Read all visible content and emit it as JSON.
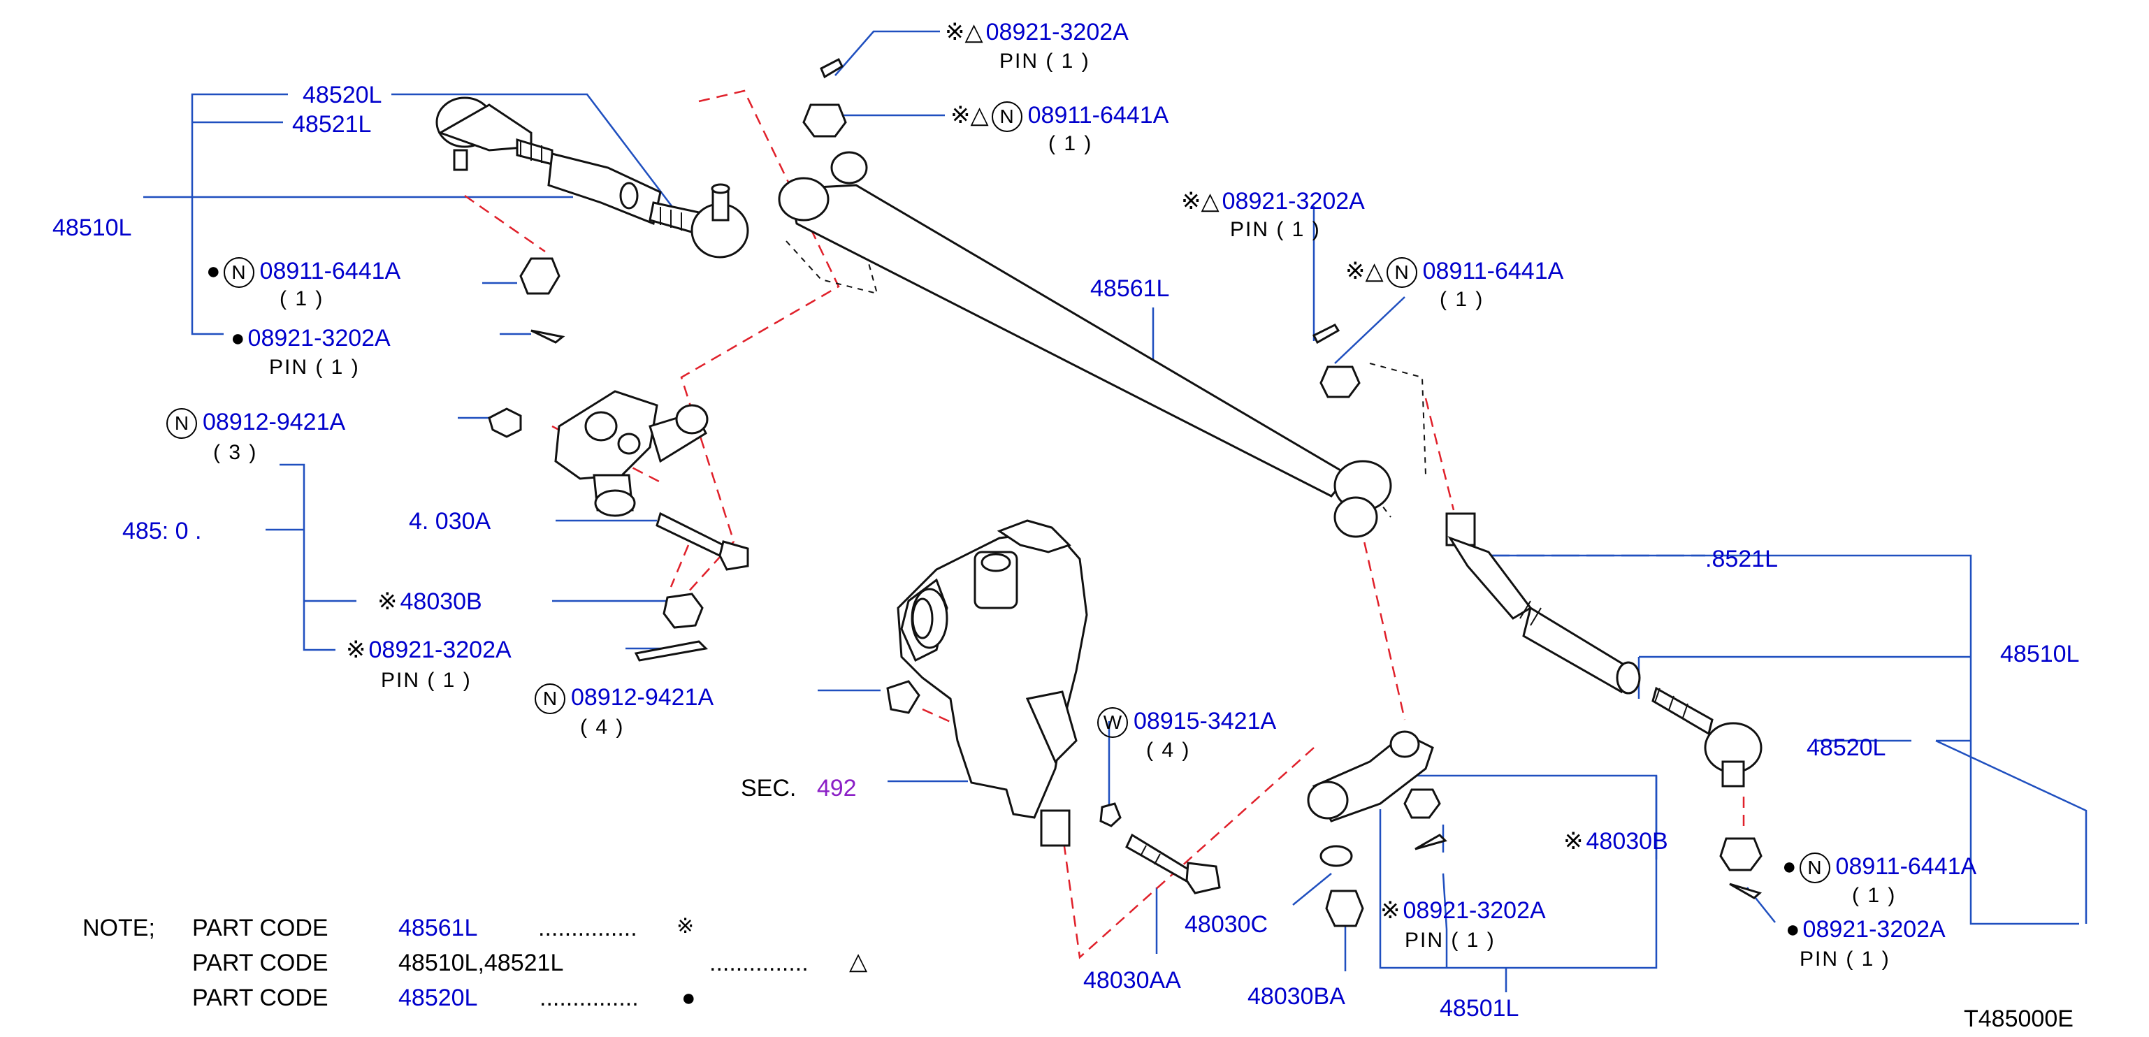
{
  "colors": {
    "leader": "#1f4fbf",
    "part_number": "#0000cc",
    "section_ref": "#8b1fc6",
    "assembly_dash": "#e0202a",
    "outline": "#111111"
  },
  "callouts": [
    {
      "id": "c1",
      "symbol": "※△",
      "number": "08921-3202A",
      "qty": "PIN  ( 1 )"
    },
    {
      "id": "c2",
      "symbol": "※△",
      "ring": "N",
      "number": "08911-6441A",
      "qty": "( 1 )"
    },
    {
      "id": "c3",
      "number": "48520L"
    },
    {
      "id": "c4",
      "number": "48521L"
    },
    {
      "id": "c5",
      "number": "48510L"
    },
    {
      "id": "c6",
      "symbol": "●",
      "ring": "N",
      "number": "08911-6441A",
      "qty": "( 1 )"
    },
    {
      "id": "c7",
      "symbol": "●",
      "number": "08921-3202A",
      "qty": "PIN  ( 1 )"
    },
    {
      "id": "c8",
      "ring": "N",
      "number": "08912-9421A",
      "qty": "( 3 )"
    },
    {
      "id": "c9",
      "number": "485: 0 ."
    },
    {
      "id": "c10",
      "number": "4. 030A"
    },
    {
      "id": "c11",
      "symbol": "※",
      "number": "48030B"
    },
    {
      "id": "c12",
      "symbol": "※",
      "number": "08921-3202A",
      "qty": "PIN  ( 1 )"
    },
    {
      "id": "c13",
      "ring": "N",
      "number": "08912-9421A",
      "qty": "( 4 )"
    },
    {
      "id": "c14",
      "symbol": "※△",
      "number": "08921-3202A",
      "qty": "PIN  ( 1 )"
    },
    {
      "id": "c15",
      "symbol": "※△",
      "ring": "N",
      "number": "08911-6441A",
      "qty": "( 1 )"
    },
    {
      "id": "c16",
      "number": "48561L"
    },
    {
      "id": "c17",
      "number": ".8521L"
    },
    {
      "id": "c18",
      "number": "48510L"
    },
    {
      "id": "c19",
      "number": "48520L"
    },
    {
      "id": "c20",
      "ring": "W",
      "number": "08915-3421A",
      "qty": "( 4 )"
    },
    {
      "id": "c21",
      "prefix": "SEC.",
      "number": "492"
    },
    {
      "id": "c22",
      "symbol": "※",
      "number": "48030B"
    },
    {
      "id": "c23",
      "ring": "N",
      "symbol_after": "●",
      "number": "08911-6441A",
      "qty": "( 1 )"
    },
    {
      "id": "c24",
      "symbol": "※",
      "number": "08921-3202A",
      "qty": "PIN  ( 1 )"
    },
    {
      "id": "c25",
      "symbol": "●",
      "number": "08921-3202A",
      "qty": "PIN  ( 1 )"
    },
    {
      "id": "c26",
      "number": "48030C"
    },
    {
      "id": "c27",
      "number": "48030AA"
    },
    {
      "id": "c28",
      "number": "48030BA"
    },
    {
      "id": "c29",
      "number": "48501L"
    }
  ],
  "note": {
    "label": "NOTE;",
    "rows": [
      {
        "prefix": "PART  CODE",
        "code": "48561L",
        "dots": "...............",
        "mark": "※"
      },
      {
        "prefix": "PART  CODE",
        "code": "48510L,48521L",
        "dots": "...............",
        "mark": "△"
      },
      {
        "prefix": "PART  CODE",
        "code": "48520L",
        "dots": "...............",
        "mark": "●"
      }
    ]
  },
  "drawing_id": "T485000E"
}
